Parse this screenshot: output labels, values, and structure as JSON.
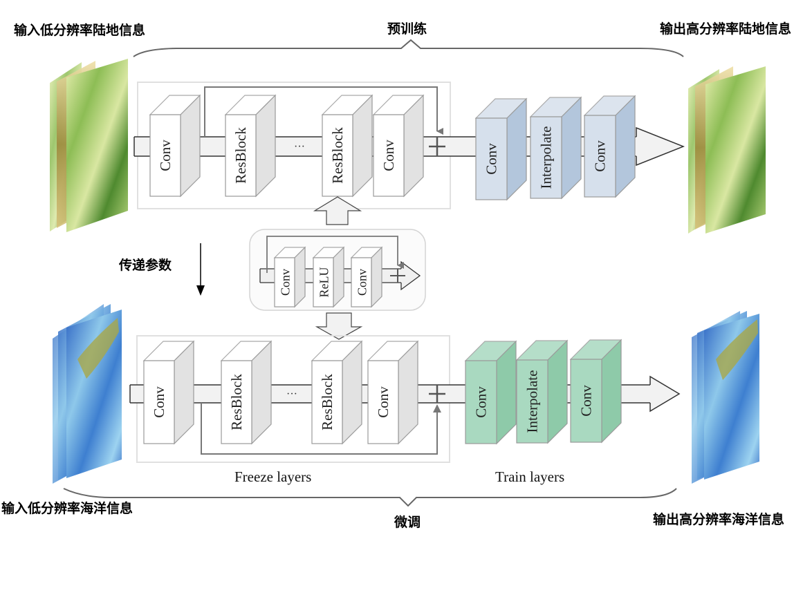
{
  "labels": {
    "input_land": "输入低分辨率陆地信息",
    "output_land": "输出高分辨率陆地信息",
    "input_ocean": "输入低分辨率海洋信息",
    "output_ocean": "输出高分辨率海洋信息",
    "pretrain": "预训练",
    "finetune": "微调",
    "transfer_params": "传递参数",
    "freeze_layers": "Freeze layers",
    "train_layers": "Train layers"
  },
  "top_network": {
    "frozen_blocks": [
      "Conv",
      "ResBlock",
      "ResBlock",
      "Conv"
    ],
    "ellipsis": "···",
    "head_blocks": [
      "Conv",
      "Interpolate",
      "Conv"
    ],
    "plus": "+"
  },
  "resblock_detail": {
    "blocks": [
      "Conv",
      "ReLU",
      "Conv"
    ],
    "plus": "+"
  },
  "bottom_network": {
    "frozen_blocks": [
      "Conv",
      "ResBlock",
      "ResBlock",
      "Conv"
    ],
    "ellipsis": "···",
    "head_blocks": [
      "Conv",
      "Interpolate",
      "Conv"
    ],
    "plus": "+"
  },
  "colors": {
    "frozen_front": "#ffffff",
    "frozen_side": "#e2e2e2",
    "pretrain_head_front": "#d6e0ec",
    "pretrain_head_side": "#b3c6dc",
    "finetune_head_front": "#a9d9c0",
    "finetune_head_side": "#8ecaa9",
    "land_map": "#8fbf5a",
    "ocean_map": "#3f7fcf"
  }
}
